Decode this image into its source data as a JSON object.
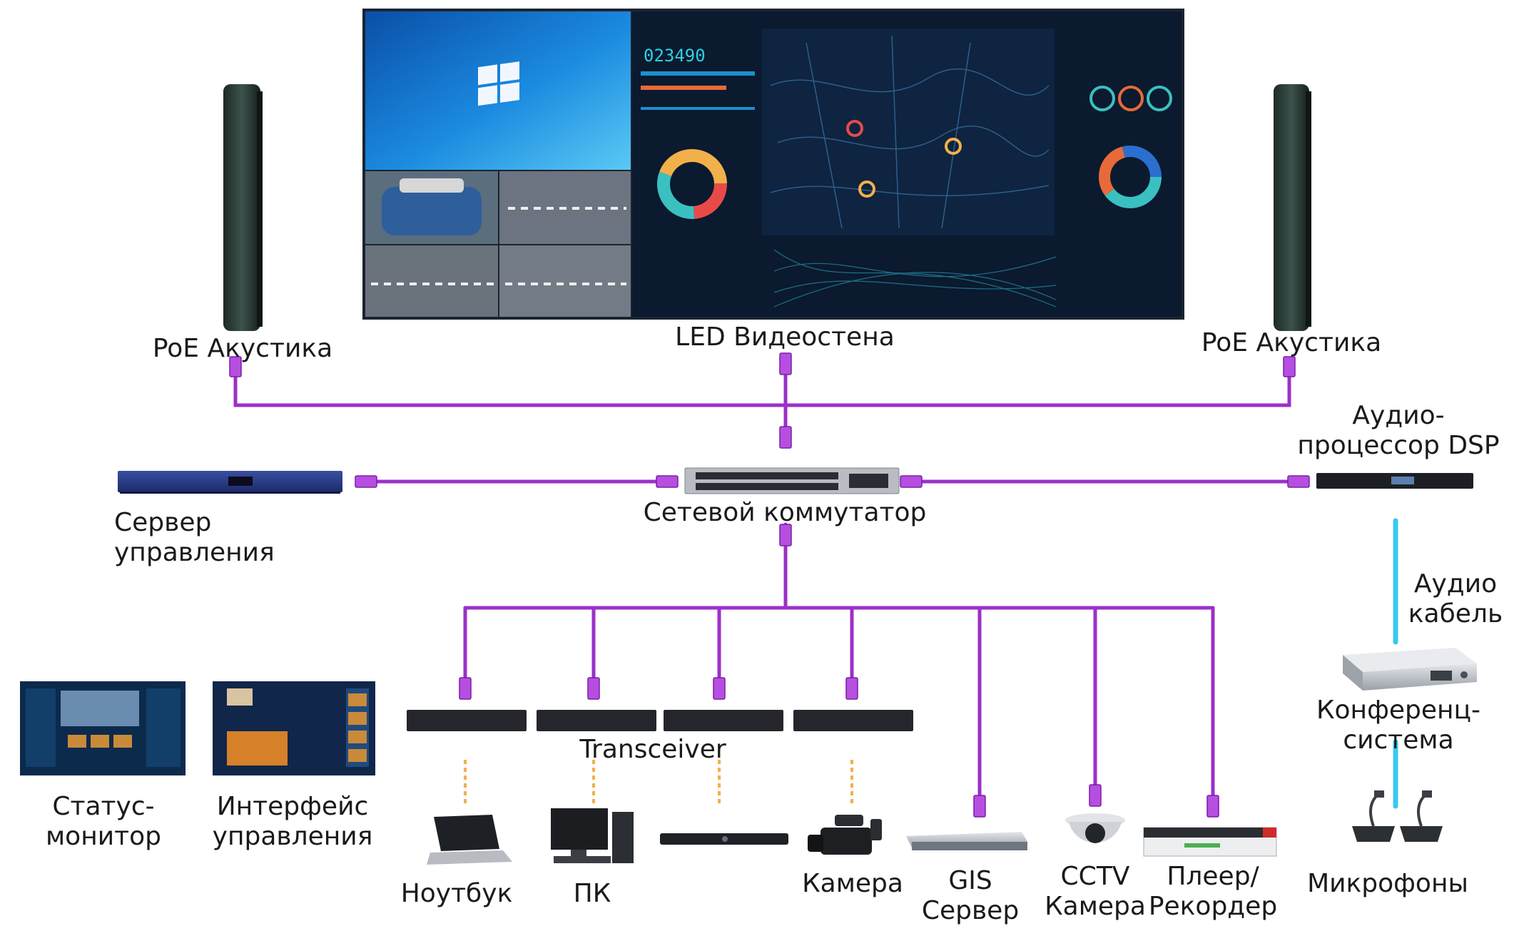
{
  "labels": {
    "poe_left": "PoE Акустика",
    "led_wall": "LED Видеостена",
    "poe_right": "PoE Акустика",
    "dsp_line1": "Аудио-",
    "dsp_line2": "процессор DSP",
    "server_line1": "Сервер",
    "server_line2": "управления",
    "switch": "Сетевой коммутатор",
    "audio_cable_line1": "Аудио",
    "audio_cable_line2": "кабель",
    "conference_line1": "Конференц-",
    "conference_line2": "система",
    "transceiver": "Transceiver",
    "status_line1": "Статус-",
    "status_line2": "монитор",
    "interface_line1": "Интерфейс",
    "interface_line2": "управления",
    "laptop": "Ноутбук",
    "pc": "ПК",
    "camera": "Камера",
    "gis_line1": "GIS",
    "gis_line2": "Сервер",
    "cctv_line1": "CCTV",
    "cctv_line2": "Камера",
    "player_line1": "Плеер/",
    "player_line2": "Рекордер",
    "microphones": "Микрофоны",
    "dashboard_counter": "023490"
  },
  "colors": {
    "network_cable": "#9b30c8",
    "audio_cable": "#38c8f0",
    "transceiver_link": "#f2b04a",
    "dashboard_bg": "#0b1a2e"
  },
  "icons": {
    "speaker": "column-speaker-icon",
    "server": "rack-server-icon",
    "switch": "network-switch-icon",
    "laptop": "laptop-icon",
    "pc": "desktop-pc-icon",
    "camera": "video-camera-icon",
    "cctv": "dome-camera-icon",
    "microphone": "gooseneck-microphone-icon"
  }
}
